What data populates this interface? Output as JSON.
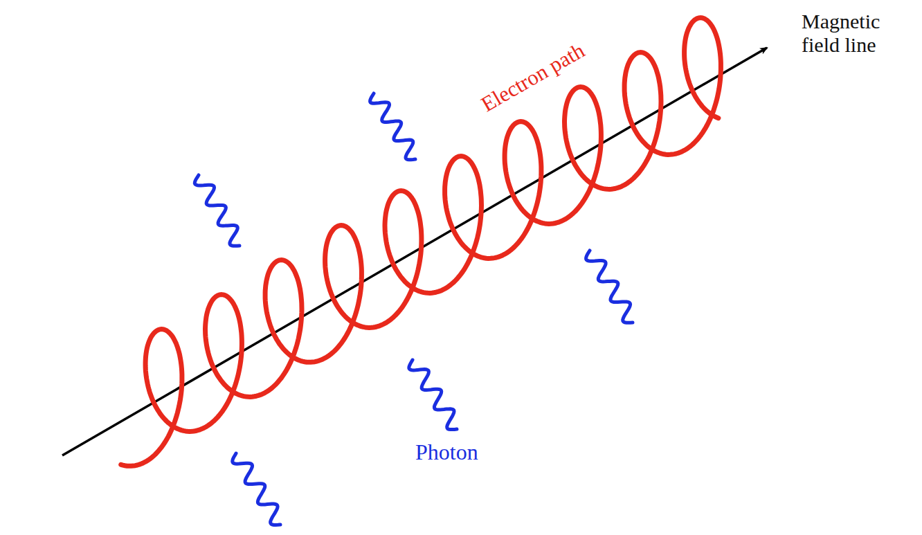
{
  "diagram": {
    "labels": [
      "Magnetic field line",
      "Electron path",
      "Photon"
    ]
  }
}
